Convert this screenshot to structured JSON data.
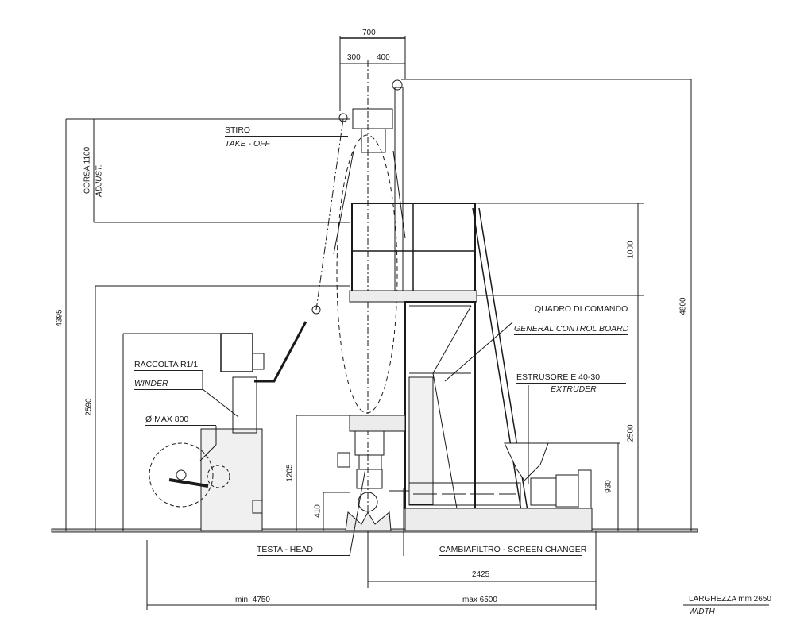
{
  "drawing": {
    "labels": {
      "stiro": "STIRO",
      "take_off": "TAKE - OFF",
      "raccolta": "RACCOLTA R1/1",
      "winder": "WINDER",
      "max_diameter": "Ø MAX 800",
      "quadro": "QUADRO DI COMANDO",
      "control_board": "GENERAL CONTROL BOARD",
      "estrusore": "ESTRUSORE E 40-30",
      "extruder": "EXTRUDER",
      "head": "TESTA - HEAD",
      "screen_changer": "CAMBIAFILTRO - SCREEN CHANGER",
      "larghezza": "LARGHEZZA mm 2650",
      "width": "WIDTH"
    },
    "dimensions": {
      "top_width": "700",
      "left_offset": "300",
      "right_offset": "400",
      "corsa": "CORSA 1100",
      "adjust": "ADJUST.",
      "height_4395": "4395",
      "height_2590": "2590",
      "height_1205": "1205",
      "height_410": "410",
      "height_4800": "4800",
      "height_1000": "1000",
      "height_2500": "2500",
      "height_930": "930",
      "length_2425": "2425",
      "min_length": "min. 4750",
      "max_length": "max 6500"
    },
    "colors": {
      "line": "#1a1a1a",
      "fill": "#ececec"
    }
  }
}
